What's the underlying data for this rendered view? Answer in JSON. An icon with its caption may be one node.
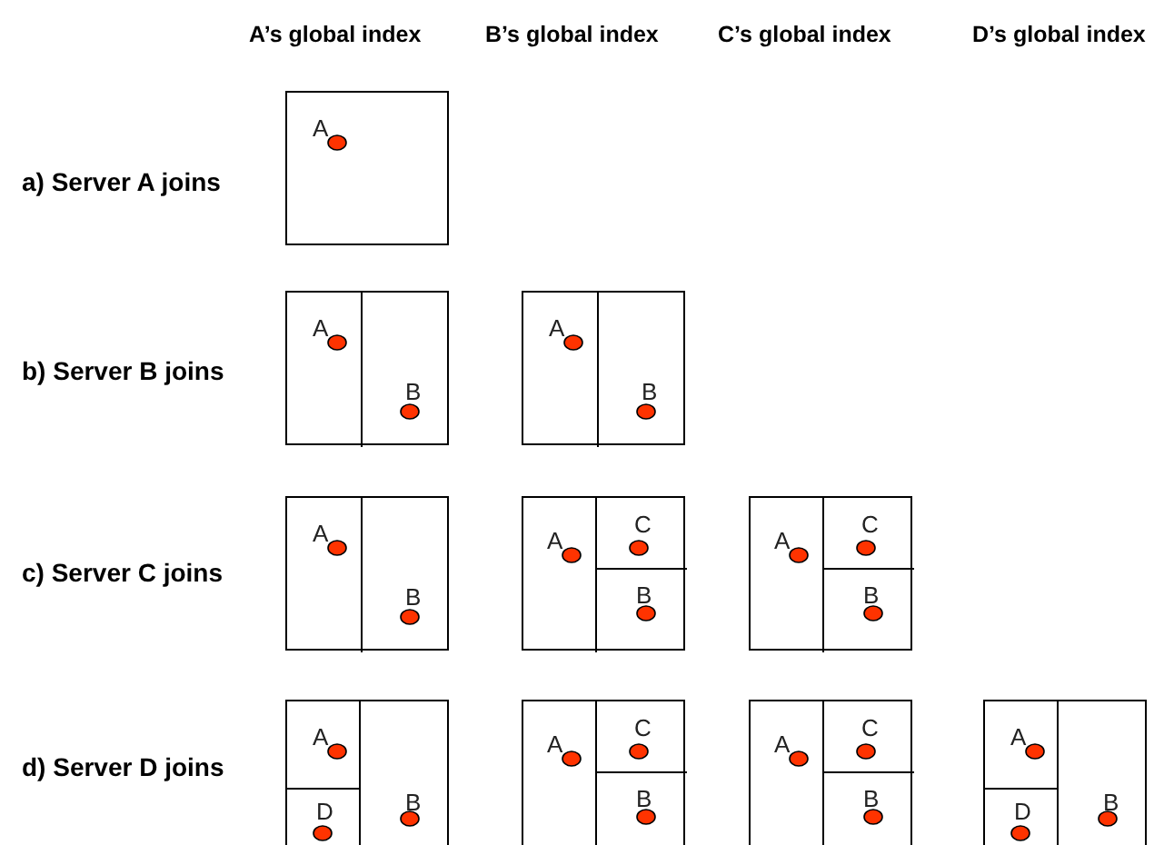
{
  "diagram": {
    "nodes": [
      {
        "text": [
          "A"
        ]
      },
      {
        "text": [
          "A",
          "B"
        ]
      },
      {
        "text": [
          "A",
          "B"
        ]
      },
      {
        "text": [
          "A",
          "B"
        ]
      },
      {
        "text": [
          "A",
          "C",
          "B"
        ]
      },
      {
        "text": [
          "A",
          "C",
          "B"
        ]
      },
      {
        "text": [
          "A",
          "D",
          "B"
        ]
      },
      {
        "text": [
          "A",
          "C",
          "B"
        ]
      },
      {
        "text": [
          "A",
          "C",
          "B"
        ]
      },
      {
        "text": [
          "A",
          "D",
          "B"
        ]
      }
    ],
    "labels": [
      "A’s global index",
      "B’s global index",
      "C’s global index",
      "D’s global index",
      "a) Server A joins",
      "b) Server B joins",
      "c) Server C joins",
      "d) Server D joins"
    ]
  }
}
